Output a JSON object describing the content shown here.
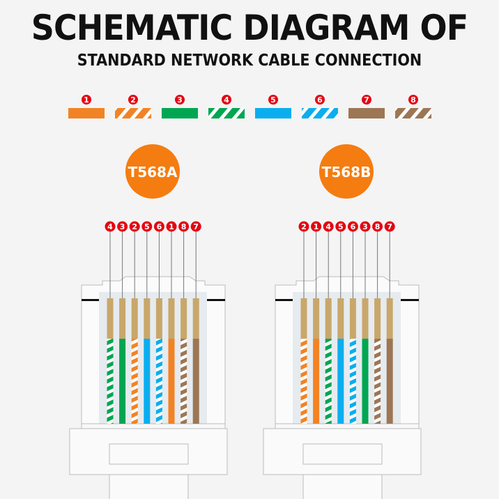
{
  "title": "SCHEMATIC DIAGRAM OF",
  "subtitle": "STANDARD NETWORK CABLE CONNECTION",
  "colors": {
    "orange": "#f28324",
    "green": "#00a651",
    "blue": "#0aaeef",
    "brown": "#9d7654",
    "copper": "#c9a76a",
    "badge": "#e30613",
    "standard_badge": "#f57c10"
  },
  "legend": [
    {
      "num": "1",
      "color": "orange",
      "striped": false
    },
    {
      "num": "2",
      "color": "orange",
      "striped": true
    },
    {
      "num": "3",
      "color": "green",
      "striped": false
    },
    {
      "num": "4",
      "color": "green",
      "striped": true
    },
    {
      "num": "5",
      "color": "blue",
      "striped": false
    },
    {
      "num": "6",
      "color": "blue",
      "striped": true
    },
    {
      "num": "7",
      "color": "brown",
      "striped": false
    },
    {
      "num": "8",
      "color": "brown",
      "striped": true
    }
  ],
  "connectors": [
    {
      "label": "T568A",
      "order": [
        "4",
        "3",
        "2",
        "5",
        "6",
        "1",
        "8",
        "7"
      ]
    },
    {
      "label": "T568B",
      "order": [
        "2",
        "1",
        "4",
        "5",
        "6",
        "3",
        "8",
        "7"
      ]
    }
  ]
}
